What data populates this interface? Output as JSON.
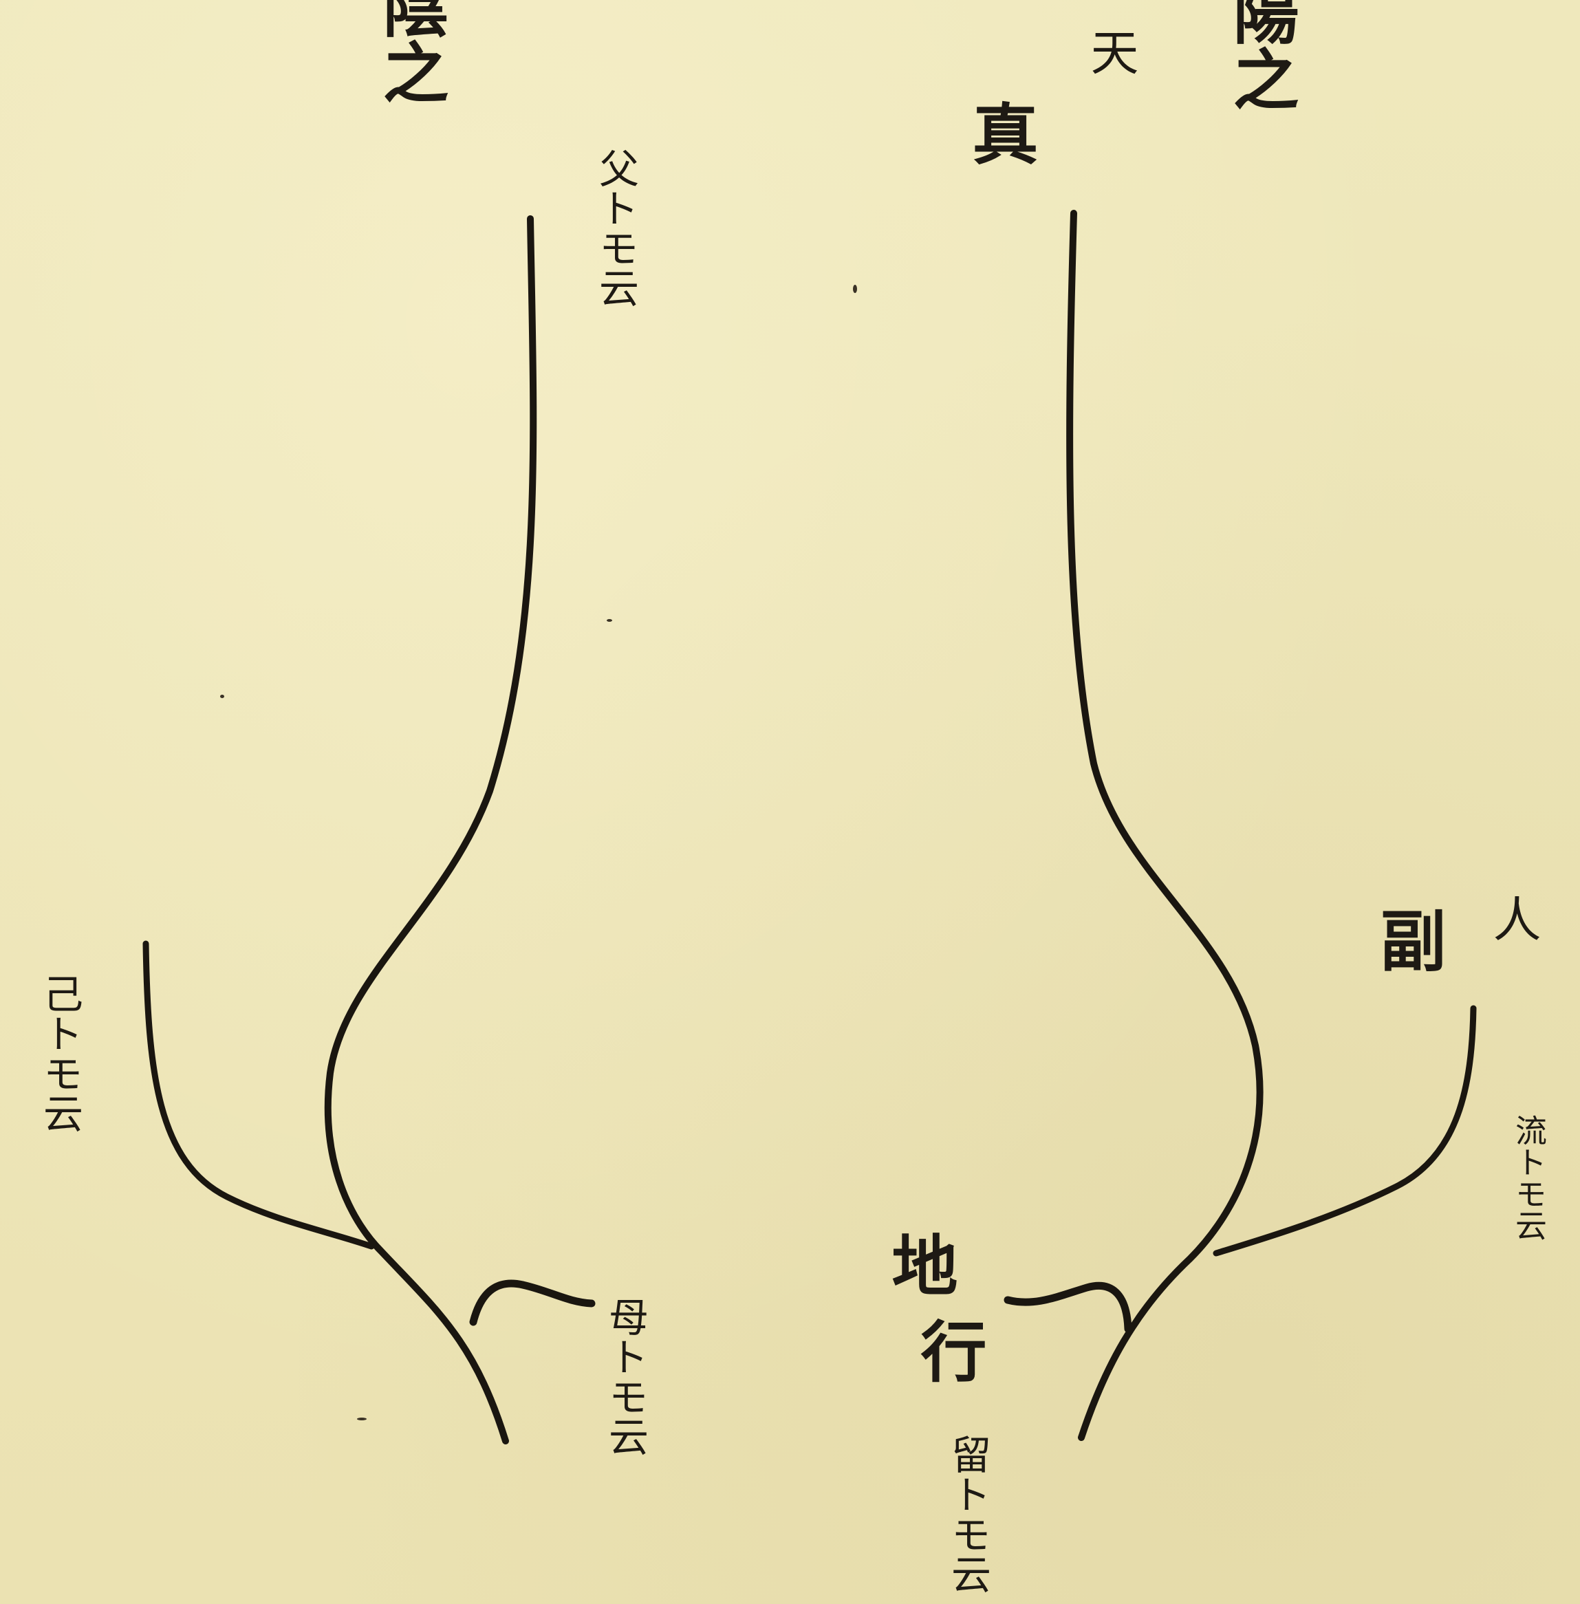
{
  "labels": {
    "top_left_fragment": "陰之",
    "top_right_fragment": "陽之",
    "heaven": "天",
    "shin": "真",
    "father": "父トモ云",
    "self": "己トモ云",
    "mother": "母トモ云",
    "soe": "副",
    "person": "人",
    "flow": "流トモ云",
    "earth": "地",
    "go": "行",
    "stay": "留トモ云"
  },
  "colors": {
    "paper": "#ede5b6",
    "ink": "#1e1a14"
  }
}
